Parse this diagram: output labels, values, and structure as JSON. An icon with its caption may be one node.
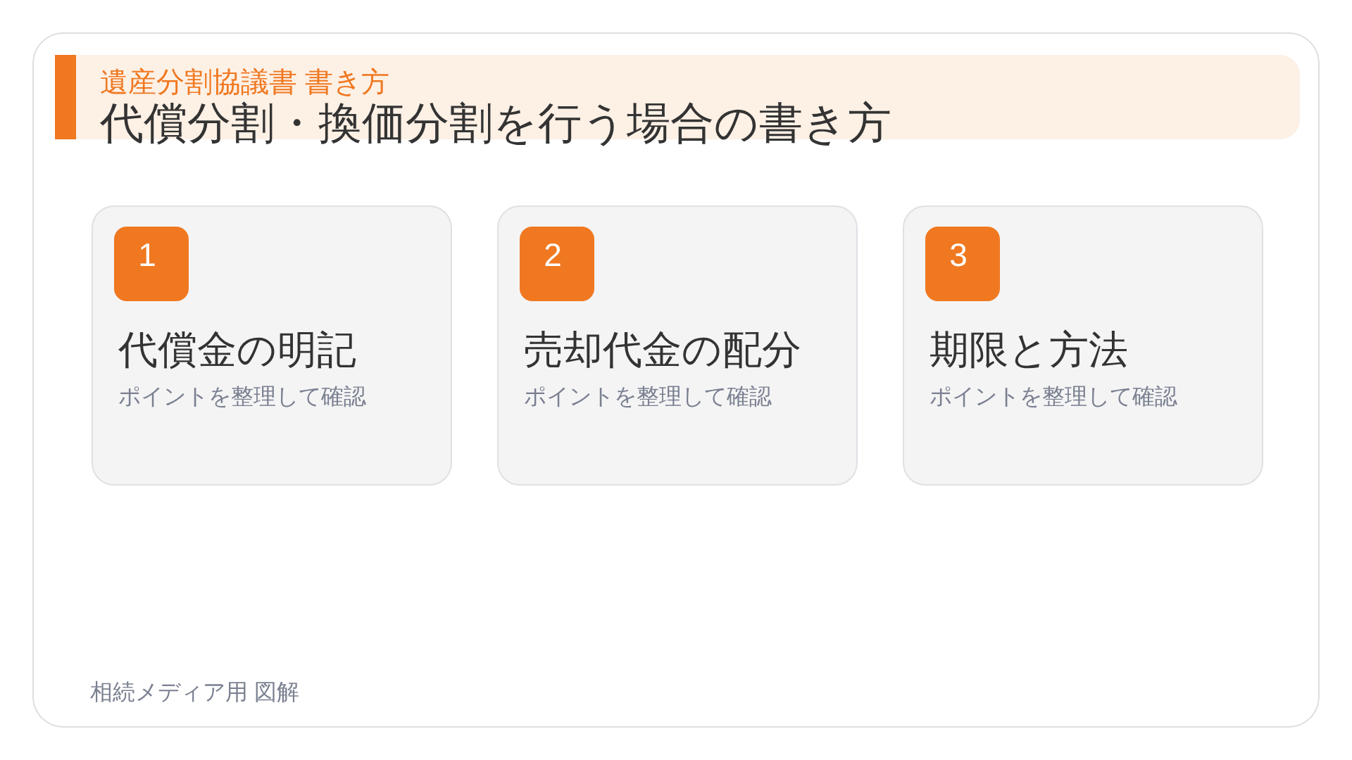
{
  "diagram": {
    "title": "代償分割・換価分割を行う場合の書き方",
    "nodes": [
      {
        "text": [
          "代償金の明記",
          "ポイントを整理して確認"
        ]
      },
      {
        "text": [
          "1"
        ],
        "in": 0
      },
      {
        "text": [
          "売却代金の配分",
          "ポイントを整理して確認"
        ]
      },
      {
        "text": [
          "2"
        ],
        "in": 2
      },
      {
        "text": [
          "期限と方法",
          "ポイントを整理して確認"
        ]
      },
      {
        "text": [
          "3"
        ],
        "in": 4
      }
    ],
    "labels": [
      "遺産分割協議書 書き方",
      "相続メディア用 図解"
    ]
  }
}
